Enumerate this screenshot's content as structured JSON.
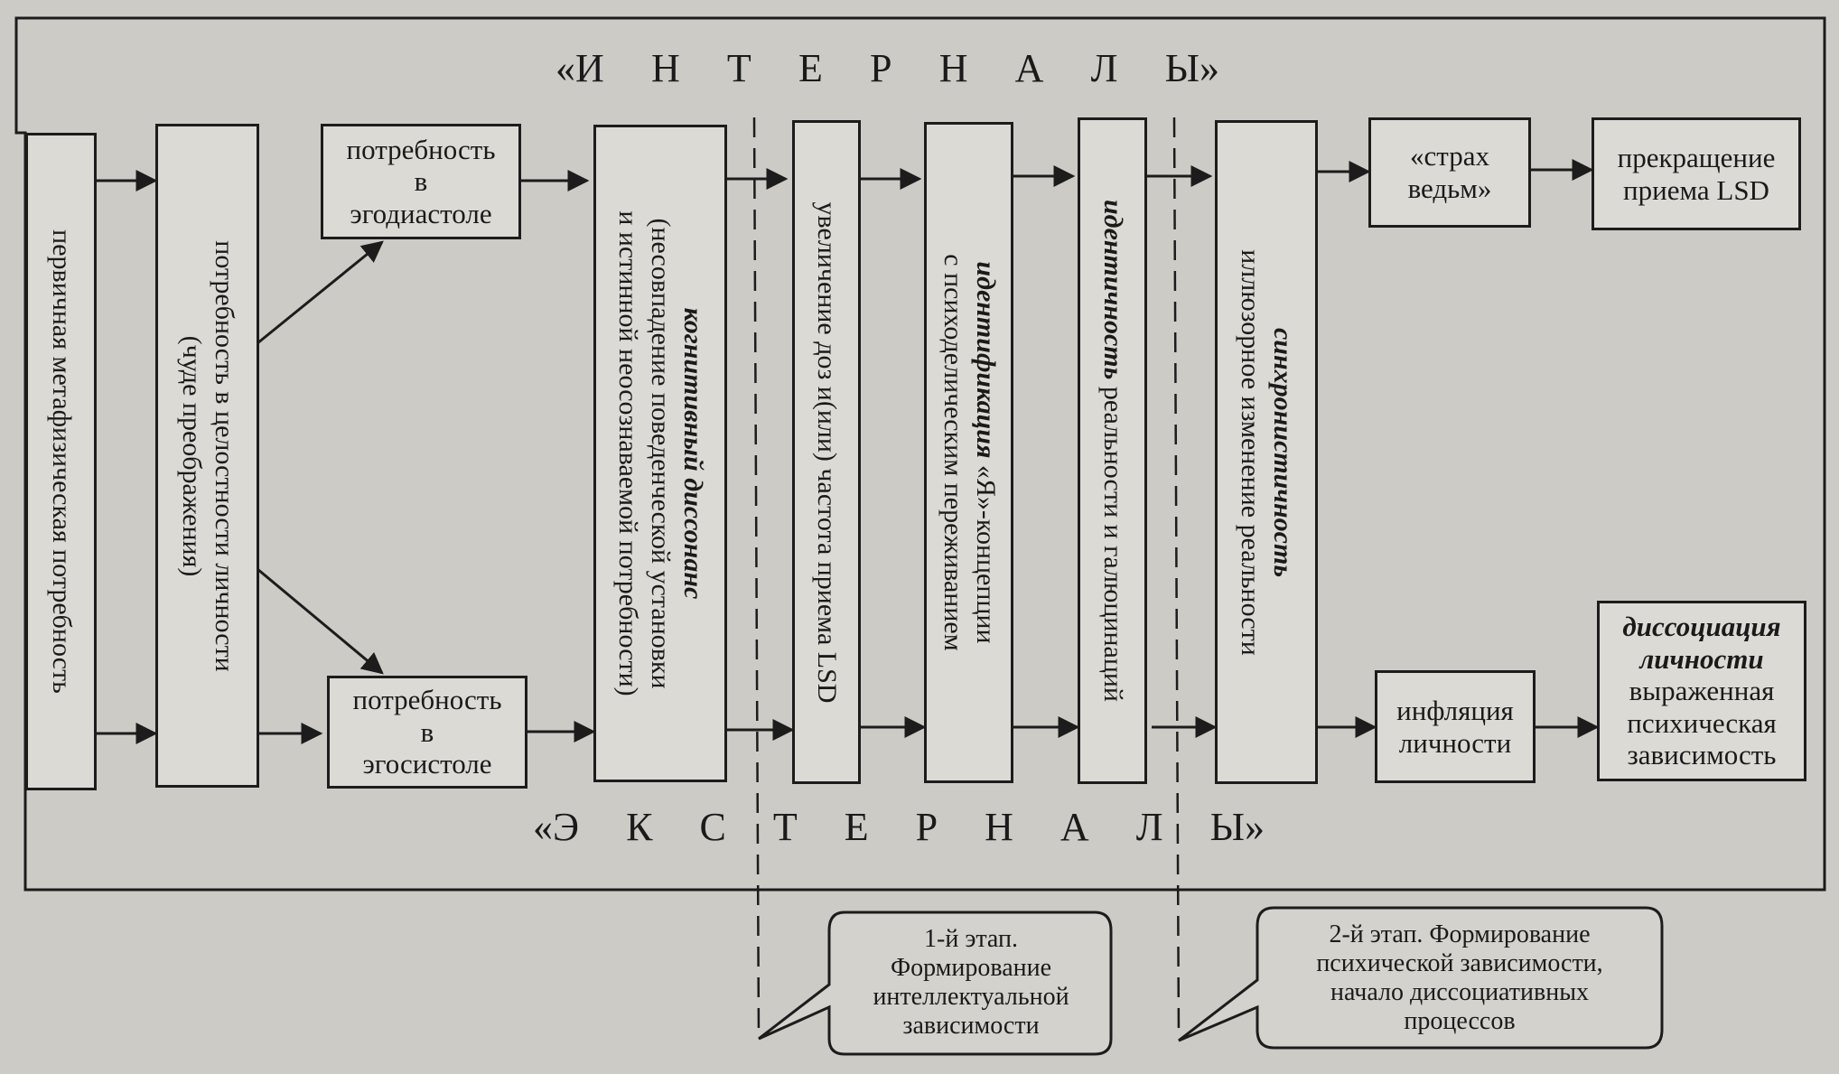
{
  "top_label": [
    "«И",
    "Н",
    "Т",
    "Е",
    "Р",
    "Н",
    "А",
    "Л",
    "Ы»"
  ],
  "bottom_label": [
    "«Э",
    "К",
    "С",
    "Т",
    "Е",
    "Р",
    "Н",
    "А",
    "Л",
    "Ы»"
  ],
  "boxes": {
    "primary": "первичная метафизическая потребность",
    "integrity_1": "потребность в целостности личности",
    "integrity_2": "(чуде преображения)",
    "egodiastole_1": "потребность",
    "egodiastole_2": "в",
    "egodiastole_3": "эгодиастоле",
    "egosystole_1": "потребность",
    "egosystole_2": "в",
    "egosystole_3": "эгосистоле",
    "dissonance_title": "когнитивный диссонанс",
    "dissonance_2": "(несовпадение поведенческой установки",
    "dissonance_3": "и истинной неосознаваемой потребности)",
    "dose": "увеличение доз и(или) частота приема LSD",
    "ident_title": "идентификация",
    "ident_rest": " «Я»-концепции",
    "ident_2": "с психоделическим переживанием",
    "reality_title": "идентичность",
    "reality_rest": " реальности и галюцинаций",
    "synchro_title": "синхронистичность",
    "synchro_2": "иллюзорное изменение реальности",
    "witch_1": "«страх",
    "witch_2": "ведьм»",
    "stop_1": "прекращение",
    "stop_2": "приема LSD",
    "inflation_1": "инфляция",
    "inflation_2": "личности",
    "dissoc_1": "диссоциация",
    "dissoc_2": "личности",
    "dissoc_3": "выраженная",
    "dissoc_4": "психическая",
    "dissoc_5": "зависимость"
  },
  "callouts": {
    "stage1": [
      "1-й этап.",
      "Формирование",
      "интеллектуальной",
      "зависимости"
    ],
    "stage2": [
      "2-й этап. Формирование",
      "психической зависимости,",
      "начало диссоциативных",
      "процессов"
    ]
  },
  "colors": {
    "ink": "#1c1c1c",
    "paper": "#cdcbc6",
    "box_fill": "#dcdad5"
  }
}
